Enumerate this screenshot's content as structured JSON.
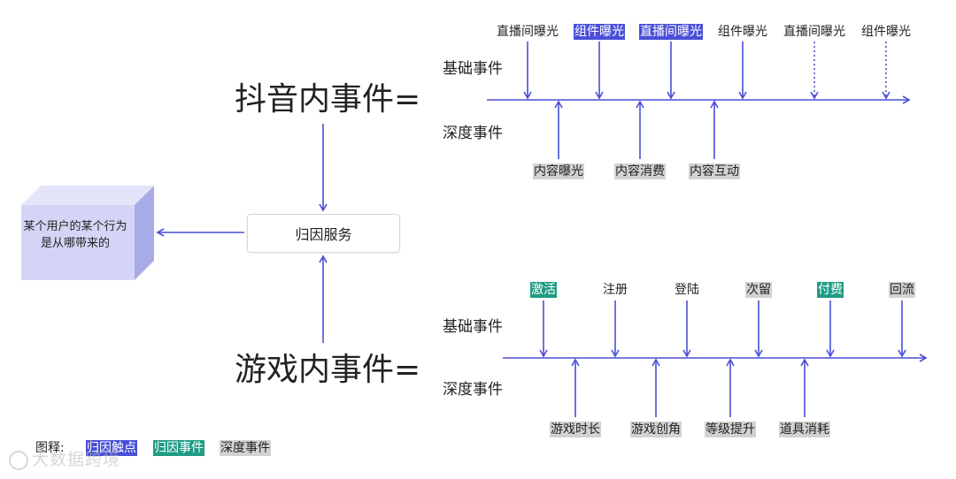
{
  "douyin": {
    "title": "抖音内事件=",
    "basic_label": "基础事件",
    "deep_label": "深度事件",
    "basic_events": [
      {
        "label": "直播间曝光",
        "style": "plain",
        "line": "solid"
      },
      {
        "label": "组件曝光",
        "style": "blue",
        "line": "solid"
      },
      {
        "label": "直播间曝光",
        "style": "blue",
        "line": "solid"
      },
      {
        "label": "组件曝光",
        "style": "plain",
        "line": "solid"
      },
      {
        "label": "直播间曝光",
        "style": "plain",
        "line": "dotted"
      },
      {
        "label": "组件曝光",
        "style": "plain",
        "line": "dotted"
      }
    ],
    "deep_events": [
      {
        "label": "内容曝光",
        "style": "gray"
      },
      {
        "label": "内容消费",
        "style": "gray"
      },
      {
        "label": "内容互动",
        "style": "gray"
      }
    ]
  },
  "game": {
    "title": "游戏内事件=",
    "basic_label": "基础事件",
    "deep_label": "深度事件",
    "basic_events": [
      {
        "label": "激活",
        "style": "teal"
      },
      {
        "label": "注册",
        "style": "plain"
      },
      {
        "label": "登陆",
        "style": "plain"
      },
      {
        "label": "次留",
        "style": "gray"
      },
      {
        "label": "付费",
        "style": "teal"
      },
      {
        "label": "回流",
        "style": "gray"
      }
    ],
    "deep_events": [
      {
        "label": "游戏时长",
        "style": "gray"
      },
      {
        "label": "游戏创角",
        "style": "gray"
      },
      {
        "label": "等级提升",
        "style": "gray"
      },
      {
        "label": "道具消耗",
        "style": "gray"
      }
    ]
  },
  "service": {
    "label": "归因服务"
  },
  "result": {
    "text": "某个用户的某个行为是从哪带来的"
  },
  "legend": {
    "title": "图释:",
    "items": [
      {
        "label": "归因触点",
        "style": "blue"
      },
      {
        "label": "归因事件",
        "style": "teal"
      },
      {
        "label": "深度事件",
        "style": "gray"
      }
    ]
  },
  "watermark": {
    "text": "大数据跨境"
  },
  "colors": {
    "line": "#4a4fd8",
    "blue": "#4a4fd8",
    "teal": "#1f9c84",
    "gray": "#d2d2d2",
    "cube_front": "#d4d5f6",
    "cube_top": "#e4e5fb",
    "cube_side": "#a9abe6"
  }
}
